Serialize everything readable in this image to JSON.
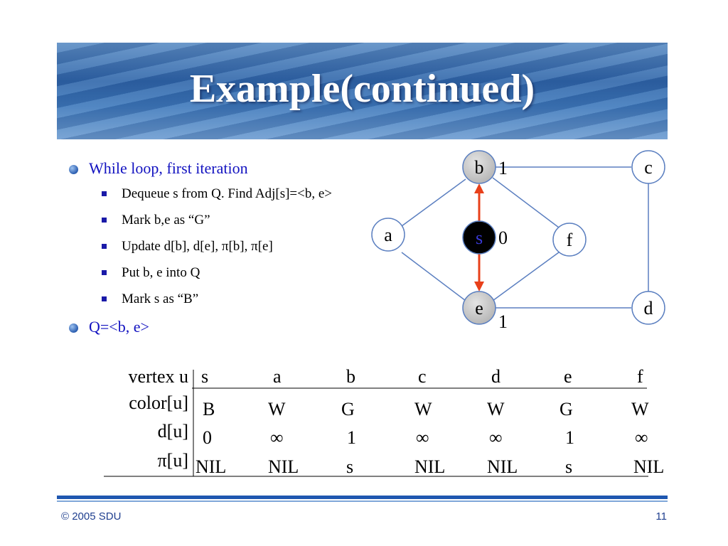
{
  "slide": {
    "title": "Example(continued)",
    "bullets": [
      {
        "text": "While loop, first iteration",
        "sub": [
          "Dequeue s from Q. Find Adj[s]=<b, e>",
          "Mark b,e as “G”",
          "Update d[b], d[e], π[b], π[e]",
          "Put b, e into Q",
          "Mark s as “B”"
        ]
      },
      {
        "text": "Q=<b, e>"
      }
    ]
  },
  "graph": {
    "nodes": {
      "b": {
        "label": "b",
        "dist": "1",
        "color": "gray"
      },
      "c": {
        "label": "c",
        "dist": "",
        "color": "white"
      },
      "a": {
        "label": "a",
        "dist": "",
        "color": "white"
      },
      "s": {
        "label": "s",
        "dist": "0",
        "color": "black"
      },
      "f": {
        "label": "f",
        "dist": "",
        "color": "white"
      },
      "e": {
        "label": "e",
        "dist": "1",
        "color": "gray"
      },
      "d": {
        "label": "d",
        "dist": "",
        "color": "white"
      }
    },
    "edge_colors": {
      "normal": "#5b7fc0",
      "highlight": "#e8401a"
    }
  },
  "table": {
    "row_labels": [
      "vertex u",
      "color[u]",
      "d[u]",
      "π[u]"
    ],
    "vertices": [
      "s",
      "a",
      "b",
      "c",
      "d",
      "e",
      "f"
    ],
    "colors": [
      "B",
      "W",
      "G",
      "W",
      "W",
      "G",
      "W"
    ],
    "dist": [
      "0",
      "∞",
      "1",
      "∞",
      "∞",
      "1",
      "∞"
    ],
    "pi": [
      "NIL",
      "NIL",
      "s",
      "NIL",
      "NIL",
      "s",
      "NIL"
    ]
  },
  "footer": {
    "copyright": "© 2005 SDU",
    "page": "11"
  }
}
